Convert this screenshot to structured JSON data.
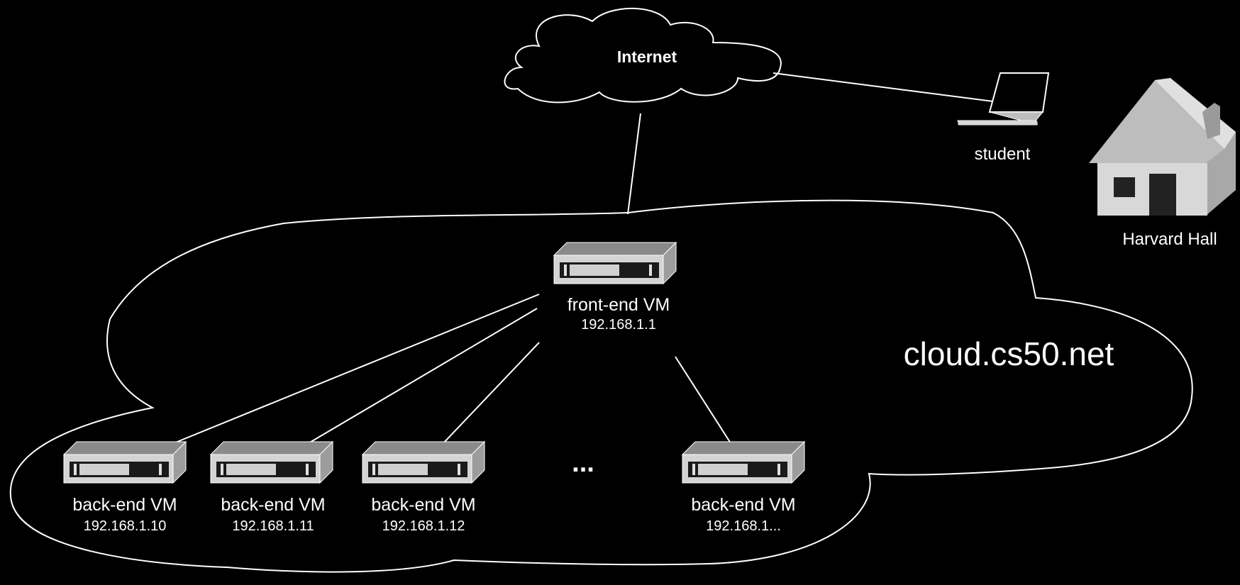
{
  "internet": {
    "label": "Internet"
  },
  "student": {
    "label": "student"
  },
  "building": {
    "label": "Harvard Hall"
  },
  "cloud": {
    "label": "cloud.cs50.net"
  },
  "front_end": {
    "label": "front-end VM",
    "ip": "192.168.1.1"
  },
  "back_ends": [
    {
      "label": "back-end VM",
      "ip": "192.168.1.10"
    },
    {
      "label": "back-end VM",
      "ip": "192.168.1.11"
    },
    {
      "label": "back-end VM",
      "ip": "192.168.1.12"
    },
    {
      "label": "back-end VM",
      "ip": "192.168.1..."
    }
  ],
  "ellipsis": "...",
  "colors": {
    "background": "#000000",
    "line": "#ffffff",
    "server_face": "#d4d4d4",
    "server_top": "#8a8a8a"
  },
  "icons": [
    "internet-cloud-icon",
    "laptop-icon",
    "house-icon",
    "server-icon"
  ]
}
